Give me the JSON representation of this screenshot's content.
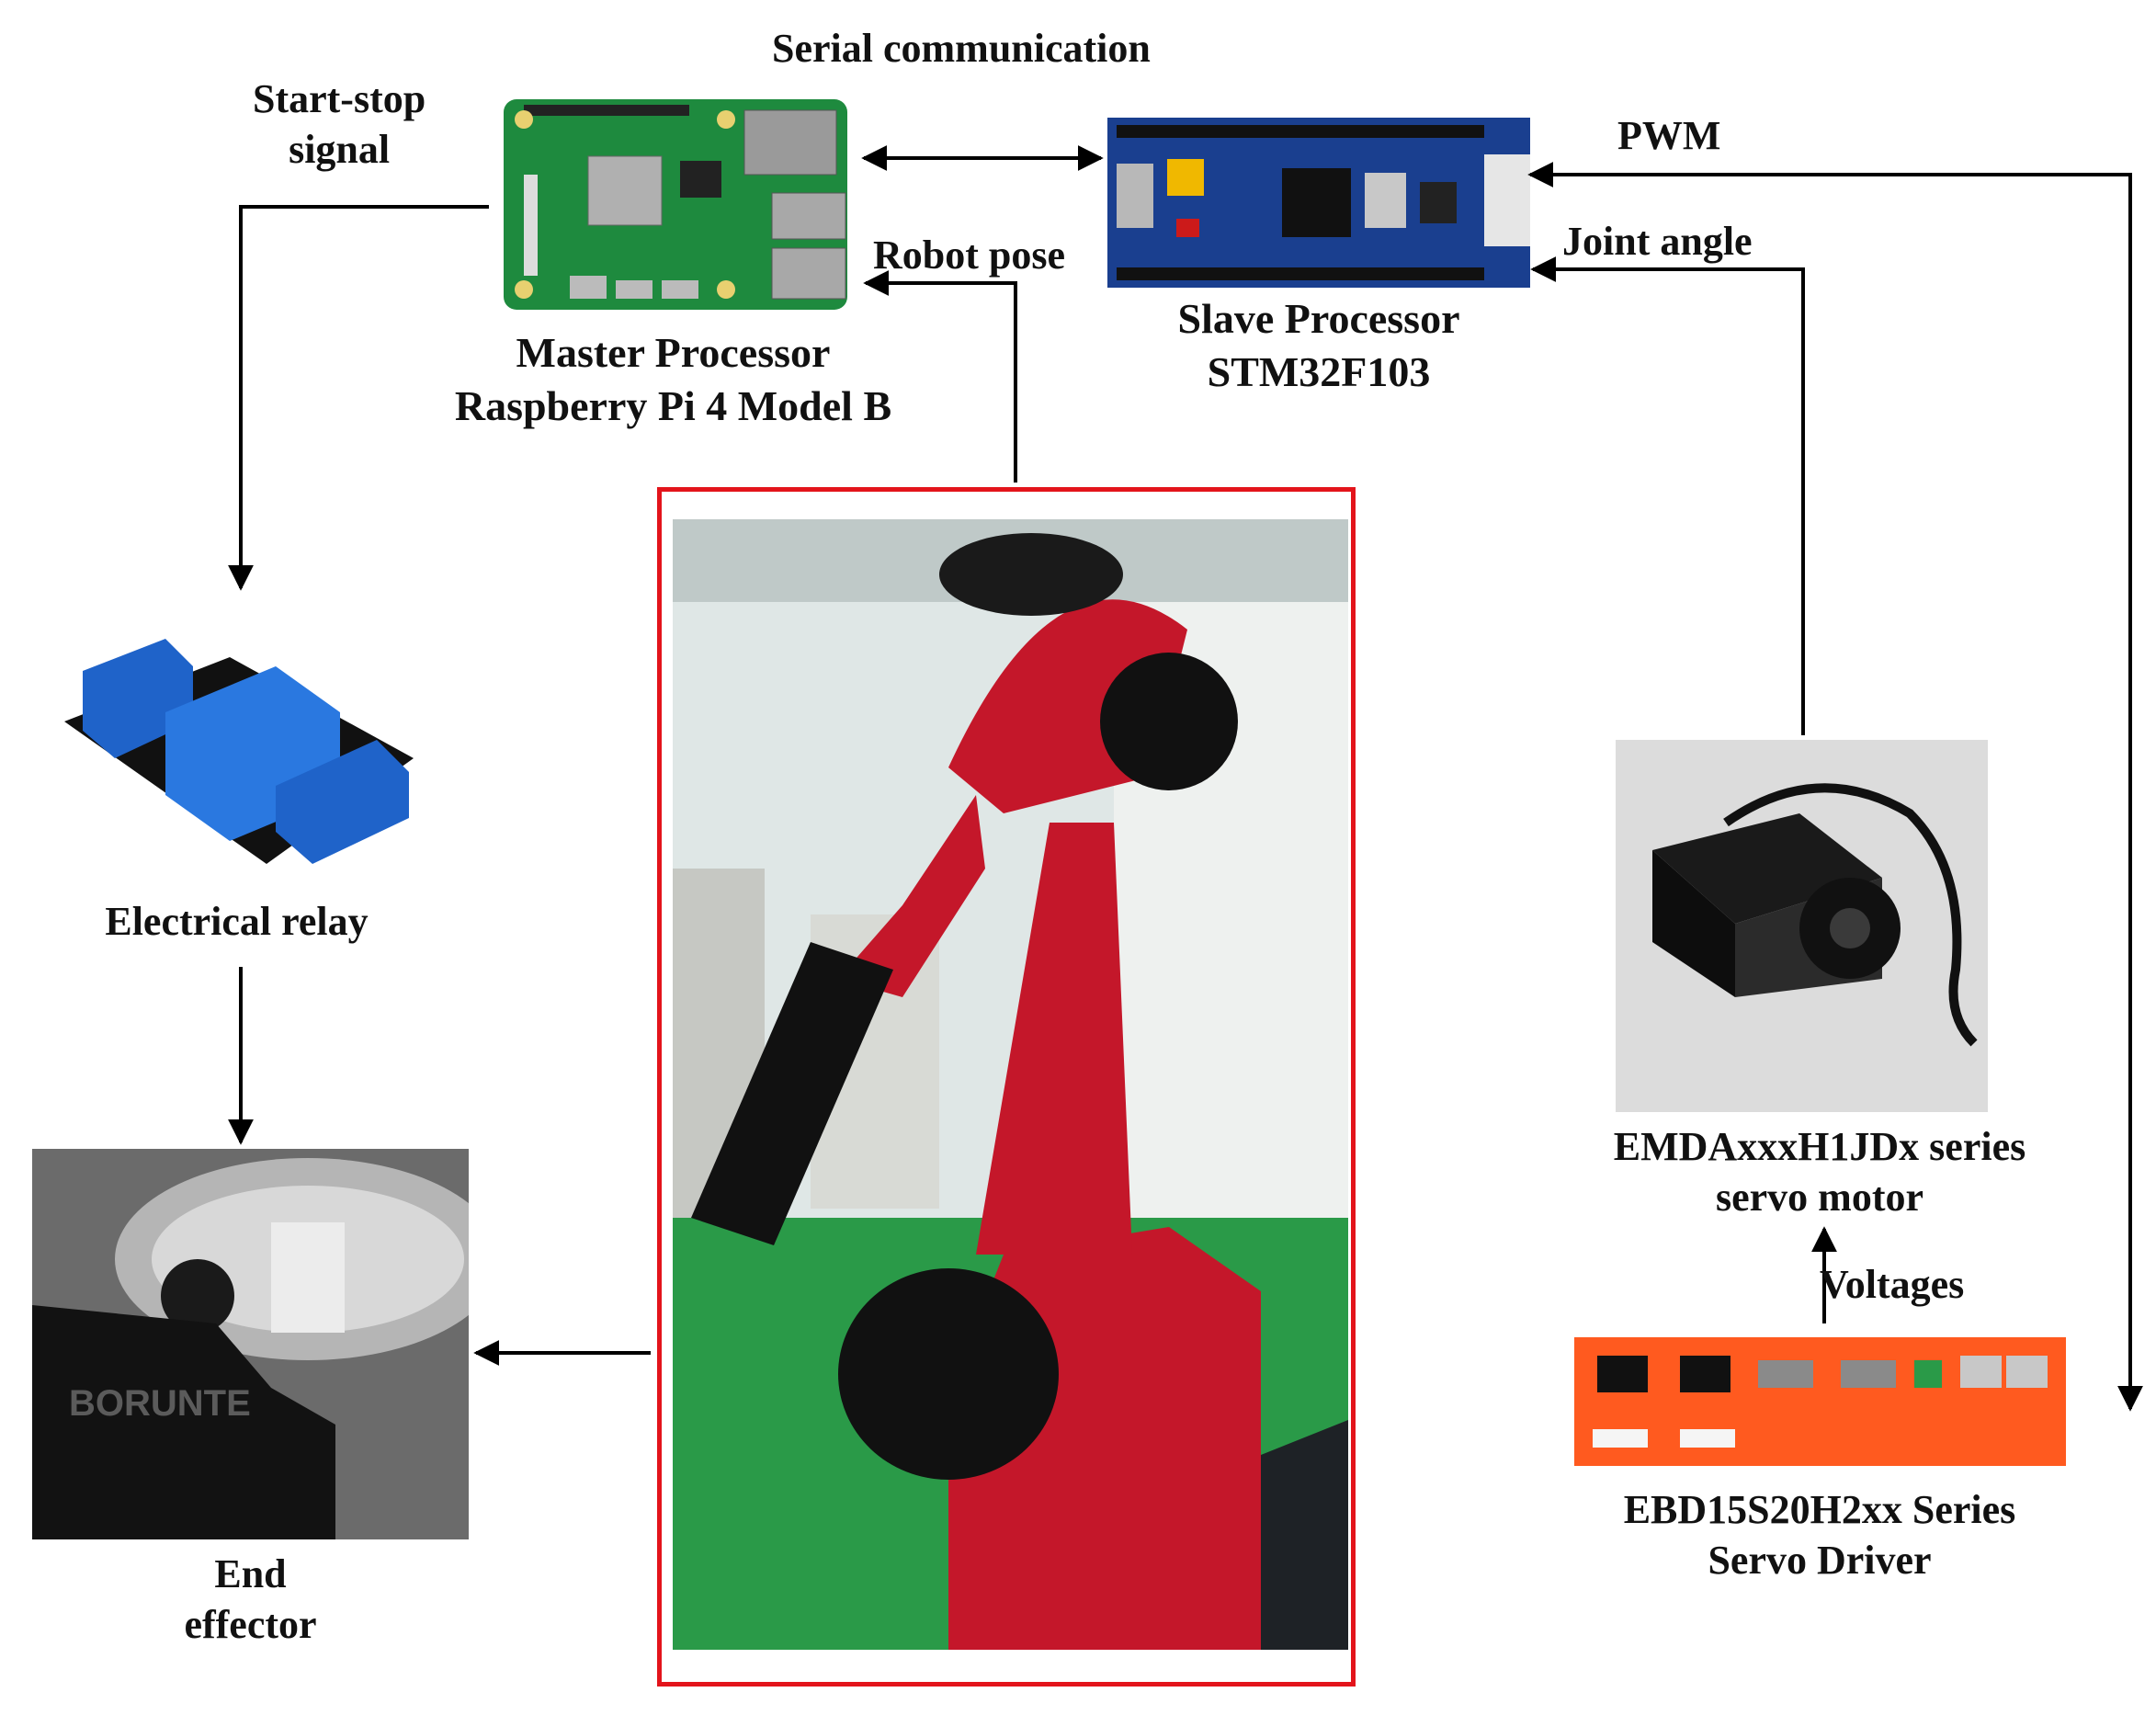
{
  "labels": {
    "serial_communication": "Serial communication",
    "start_stop_line1": "Start-stop",
    "start_stop_line2": "signal",
    "pwm": "PWM",
    "robot_pose": "Robot pose",
    "joint_angle": "Joint angle",
    "master_line1": "Master Processor",
    "master_line2": "Raspberry Pi 4 Model B",
    "slave_line1": "Slave Processor",
    "slave_line2": "STM32F103",
    "relay": "Electrical relay",
    "end_effector_line1": "End",
    "end_effector_line2": "effector",
    "motor_line1": "EMDAxxxH1JDx series",
    "motor_line2": "servo motor",
    "voltages": "Voltages",
    "driver_line1": "EBD15S20H2xx Series",
    "driver_line2": "Servo Driver"
  },
  "photo_text": {
    "end_effector_brand": "BORUNTE"
  },
  "colors": {
    "arrow": "#000000",
    "robot_frame": "#e3141b",
    "pcb_green": "#1e8a3e",
    "stm_blue": "#1a3f8f",
    "relay_blue": "#1f63c9",
    "driver_orange": "#ff5a1f",
    "robot_red": "#c4172a",
    "floor_green": "#2a9a48"
  }
}
